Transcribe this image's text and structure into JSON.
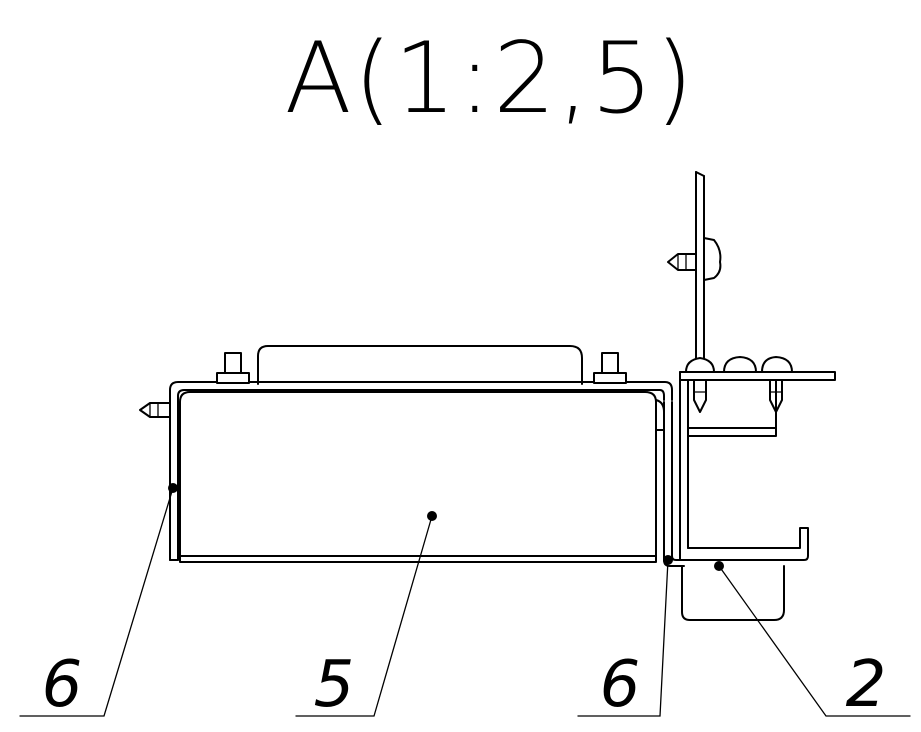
{
  "view_title": "A(1:2,5)",
  "callouts": [
    {
      "id": "left_6",
      "label": "6"
    },
    {
      "id": "center_5",
      "label": "5"
    },
    {
      "id": "right_6",
      "label": "6"
    },
    {
      "id": "right_2",
      "label": "2"
    }
  ]
}
